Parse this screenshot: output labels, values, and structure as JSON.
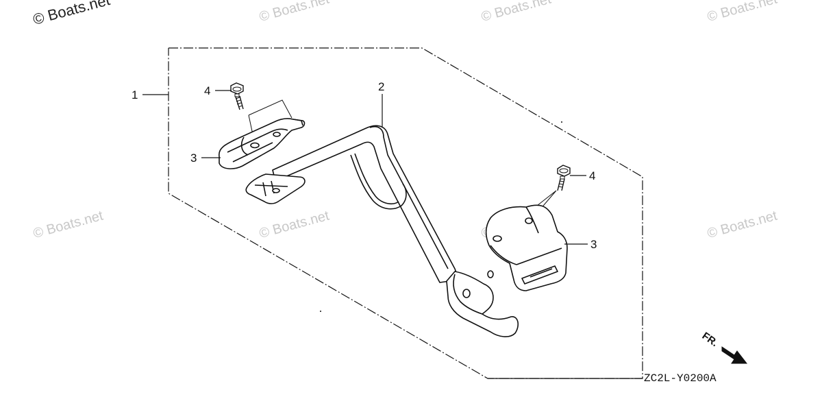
{
  "watermarks": {
    "top_left": "© Boats.net",
    "faint": "© Boats.net"
  },
  "callouts": {
    "c1": "1",
    "c2": "2",
    "c3_left": "3",
    "c3_right": "3",
    "c4_left": "4",
    "c4_right": "4"
  },
  "diagram_code": "ZC2L-Y0200A",
  "front_indicator": "FR."
}
